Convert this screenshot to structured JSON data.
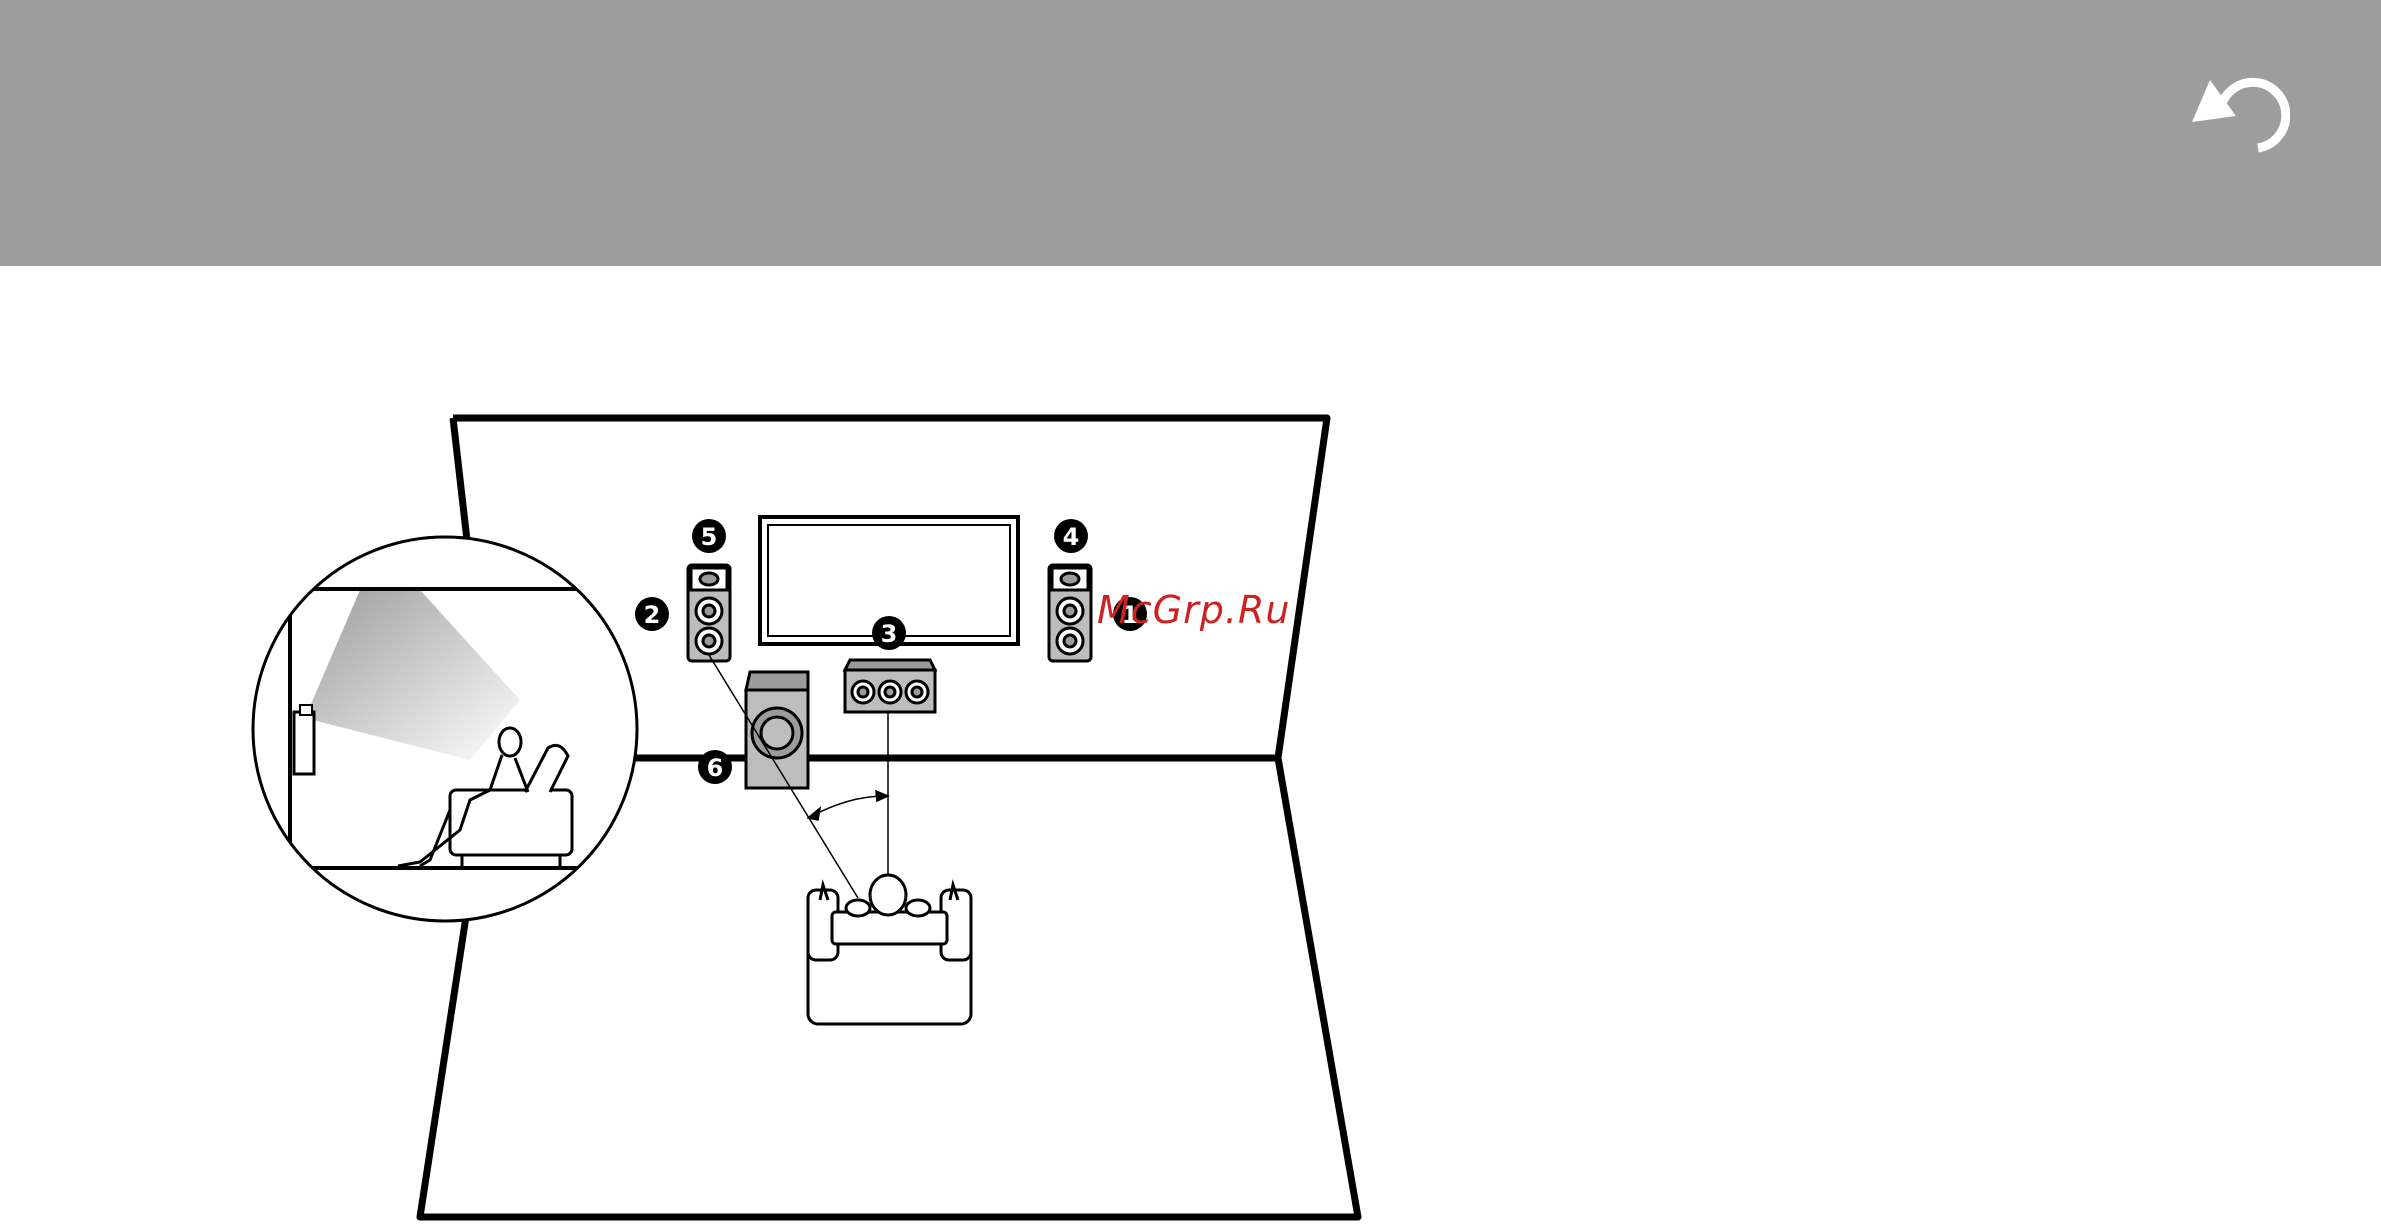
{
  "header": {
    "back_icon": "return-arrow-icon",
    "background": "#9d9d9d"
  },
  "diagram": {
    "speaker_numbers": {
      "n1": "1",
      "n2": "2",
      "n3": "3",
      "n4": "4",
      "n5": "5",
      "n6": "6"
    },
    "watermark": "McGrp.Ru"
  }
}
